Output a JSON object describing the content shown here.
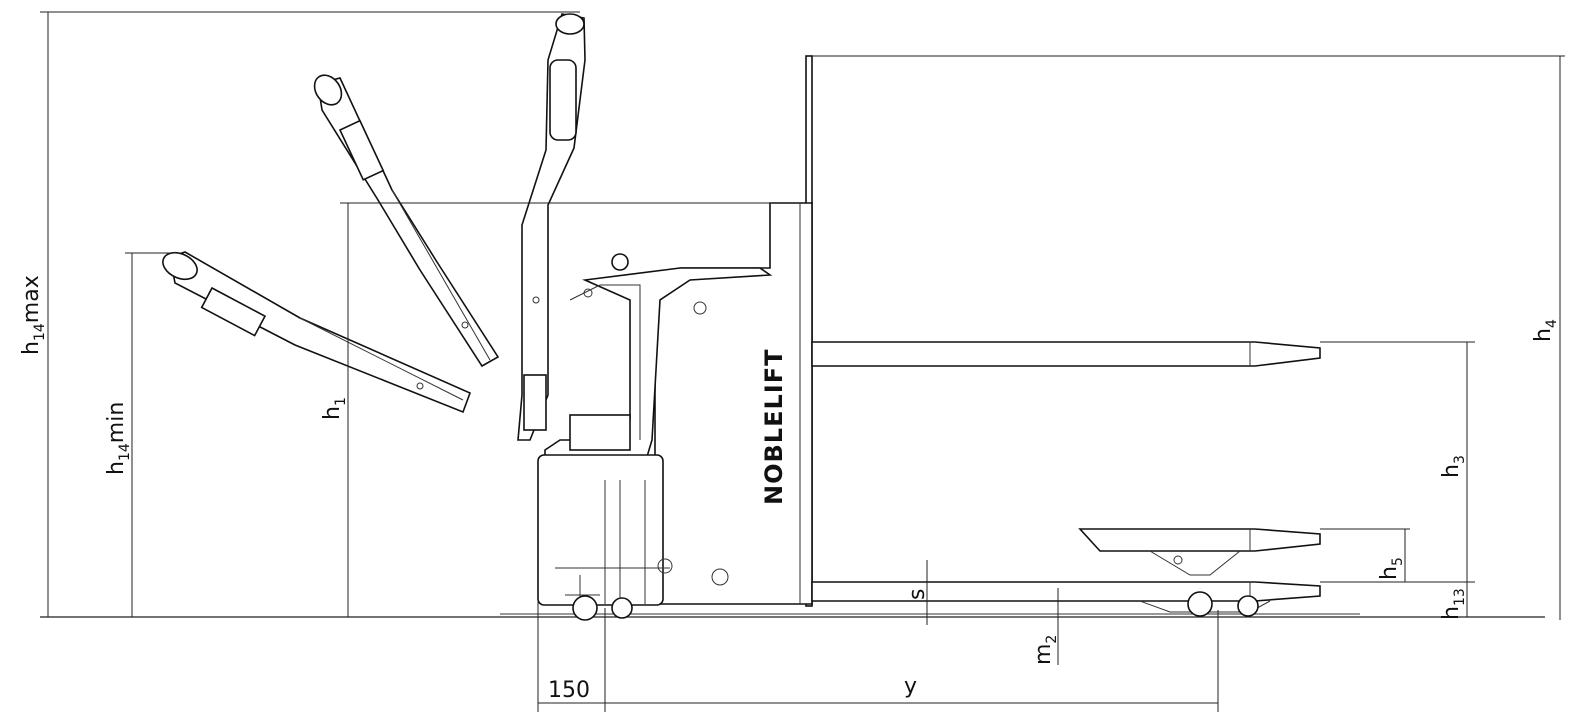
{
  "brand": "NOBLELIFT",
  "labels": {
    "h14max": {
      "main": "h",
      "sub": "14",
      "suffix": "max"
    },
    "h14min": {
      "main": "h",
      "sub": "14",
      "suffix": "min"
    },
    "h1": {
      "main": "h",
      "sub": "1"
    },
    "h3": {
      "main": "h",
      "sub": "3"
    },
    "h4": {
      "main": "h",
      "sub": "4"
    },
    "h5": {
      "main": "h",
      "sub": "5"
    },
    "h13": {
      "main": "h",
      "sub": "13"
    },
    "s": {
      "main": "s"
    },
    "m2": {
      "main": "m",
      "sub": "2"
    },
    "y": {
      "main": "y"
    },
    "d150": {
      "main": "150"
    }
  }
}
